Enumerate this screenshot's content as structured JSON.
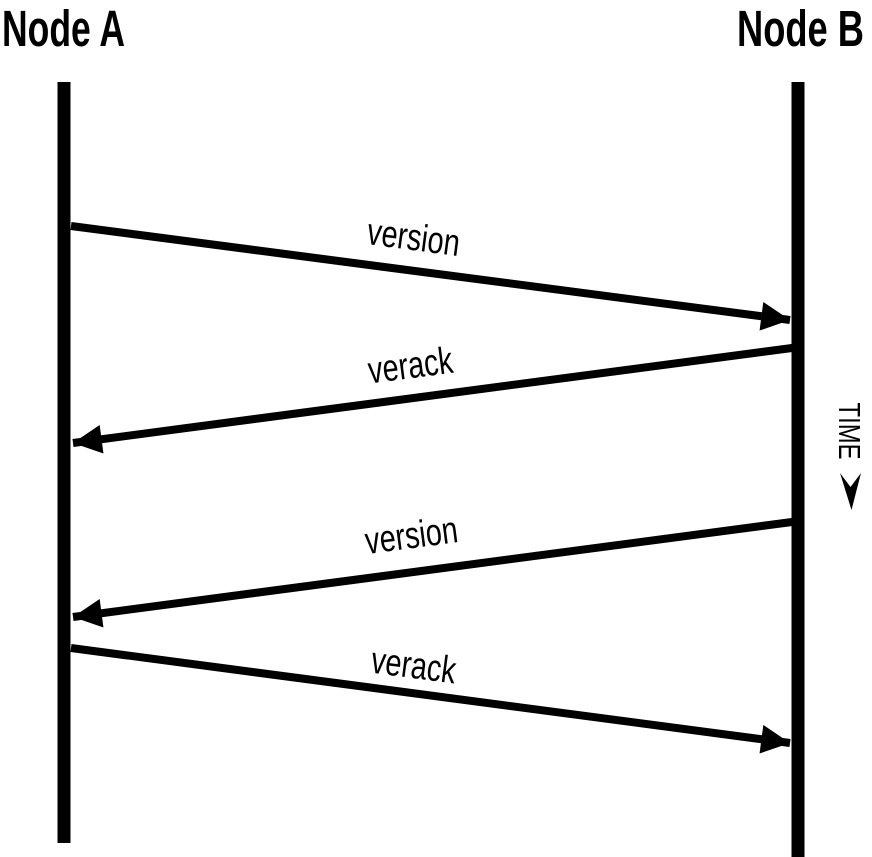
{
  "diagram": {
    "kind": "sequence-diagram",
    "nodes": [
      {
        "id": "A",
        "label": "Node A"
      },
      {
        "id": "B",
        "label": "Node B"
      }
    ],
    "messages": [
      {
        "label": "version",
        "from": "Node A",
        "to": "Node B"
      },
      {
        "label": "verack",
        "from": "Node B",
        "to": "Node A"
      },
      {
        "label": "version",
        "from": "Node B",
        "to": "Node A"
      },
      {
        "label": "verack",
        "from": "Node A",
        "to": "Node B"
      }
    ],
    "time_axis": {
      "label": "TIME",
      "direction": "down"
    },
    "colors": {
      "ink": "#000000",
      "background": "#ffffff"
    }
  }
}
